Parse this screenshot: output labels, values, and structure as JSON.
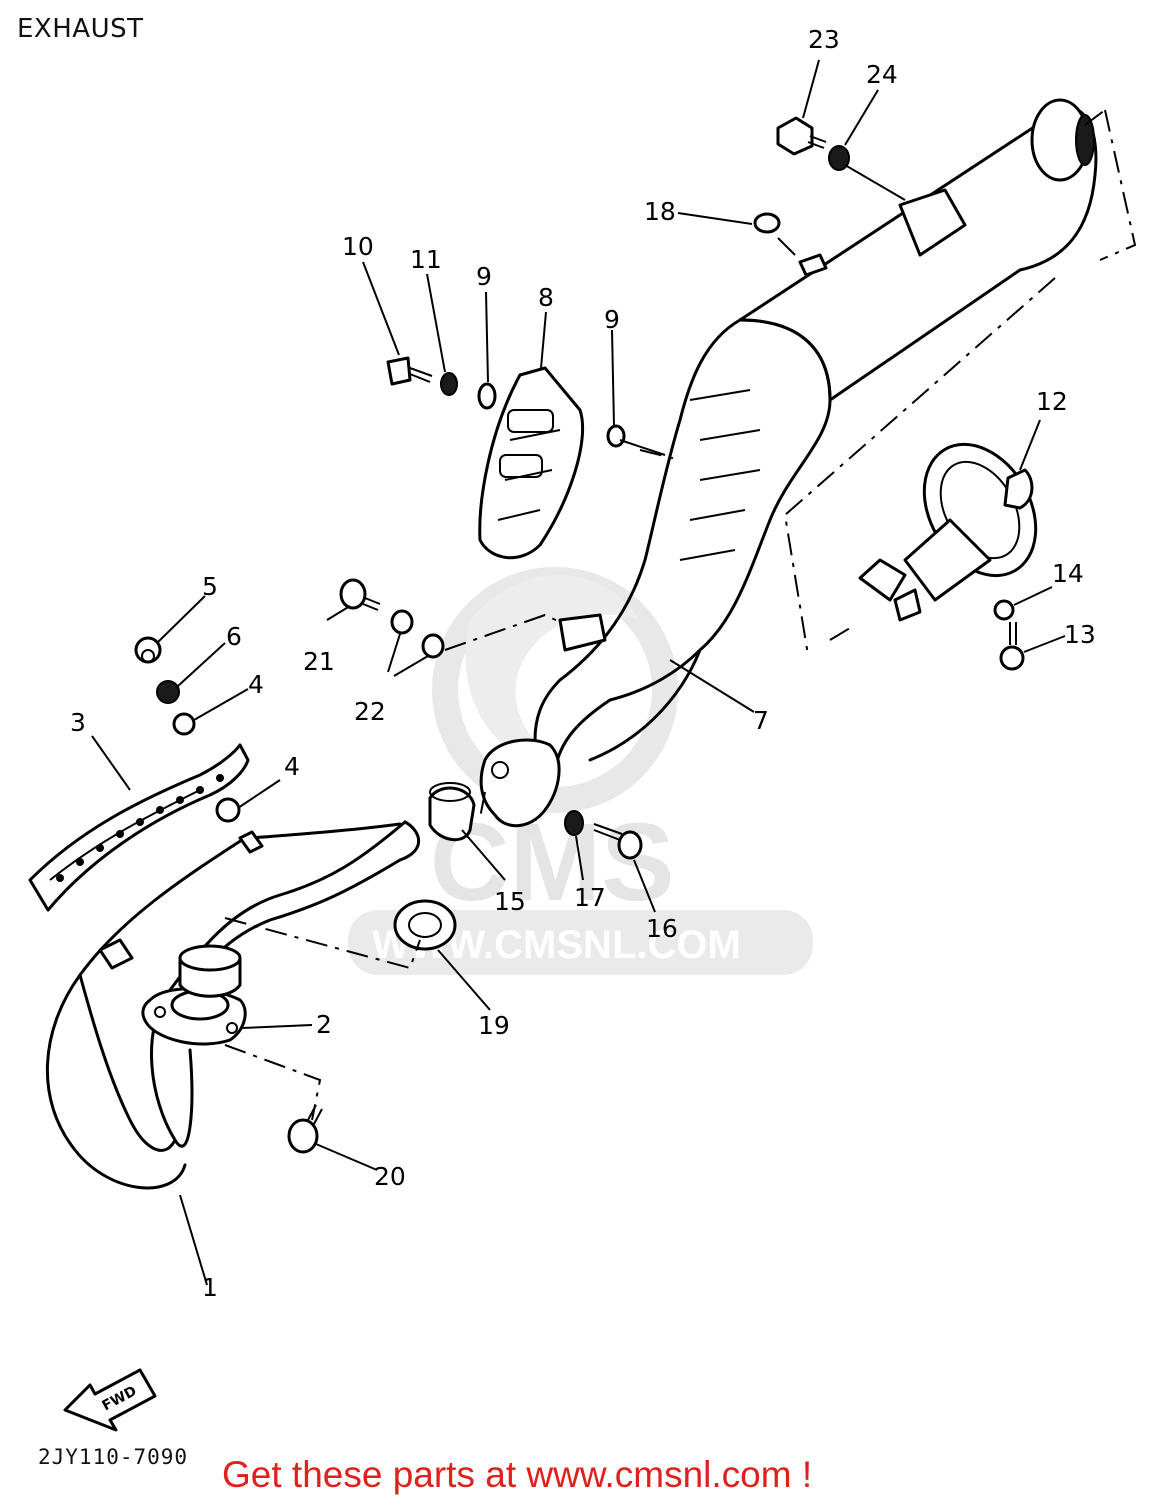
{
  "page": {
    "title": "EXHAUST",
    "diagram_code": "2JY110-7090",
    "cta": "Get these parts at www.cmsnl.com !"
  },
  "watermark": {
    "brand": "CMS",
    "url": "WWW.CMSNL.COM"
  },
  "fwd_label": "FWD",
  "callouts": [
    {
      "id": "1",
      "text": "1"
    },
    {
      "id": "2",
      "text": "2"
    },
    {
      "id": "3",
      "text": "3"
    },
    {
      "id": "4a",
      "text": "4"
    },
    {
      "id": "4b",
      "text": "4"
    },
    {
      "id": "5",
      "text": "5"
    },
    {
      "id": "6",
      "text": "6"
    },
    {
      "id": "7",
      "text": "7"
    },
    {
      "id": "8",
      "text": "8"
    },
    {
      "id": "9a",
      "text": "9"
    },
    {
      "id": "9b",
      "text": "9"
    },
    {
      "id": "10",
      "text": "10"
    },
    {
      "id": "11",
      "text": "11"
    },
    {
      "id": "12",
      "text": "12"
    },
    {
      "id": "13",
      "text": "13"
    },
    {
      "id": "14",
      "text": "14"
    },
    {
      "id": "15",
      "text": "15"
    },
    {
      "id": "16",
      "text": "16"
    },
    {
      "id": "17",
      "text": "17"
    },
    {
      "id": "18",
      "text": "18"
    },
    {
      "id": "19",
      "text": "19"
    },
    {
      "id": "20",
      "text": "20"
    },
    {
      "id": "21",
      "text": "21"
    },
    {
      "id": "22",
      "text": "22"
    },
    {
      "id": "23",
      "text": "23"
    },
    {
      "id": "24",
      "text": "24"
    }
  ]
}
